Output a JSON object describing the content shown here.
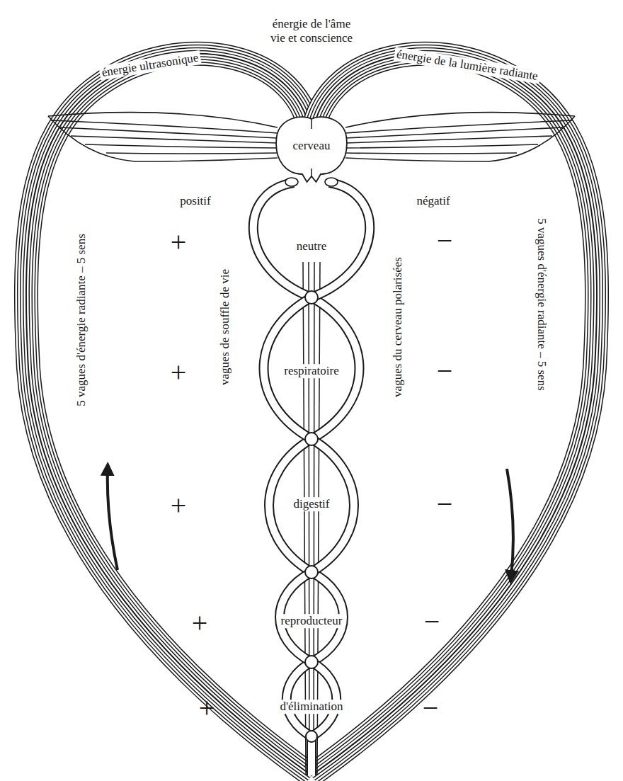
{
  "diagram": {
    "nodes": [
      {
        "text": [
          "cerveau"
        ]
      }
    ],
    "labels": [
      "énergie de l'âme vie et conscience",
      "énergie ultrasonique",
      "énergie de la lumière radiante",
      "positif",
      "négatif",
      "+",
      "neutre",
      "−",
      "+",
      "respiratoire",
      "−",
      "+",
      "digestif",
      "−",
      "+",
      "reproducteur",
      "−",
      "+",
      "d'élimination",
      "−",
      "vagues de souffle de vie",
      "vagues du cerveau polarisées",
      "5 vagues d'énergie radiante – 5 sens",
      "5 vagues d'énergie radiante – 5 sens"
    ]
  }
}
